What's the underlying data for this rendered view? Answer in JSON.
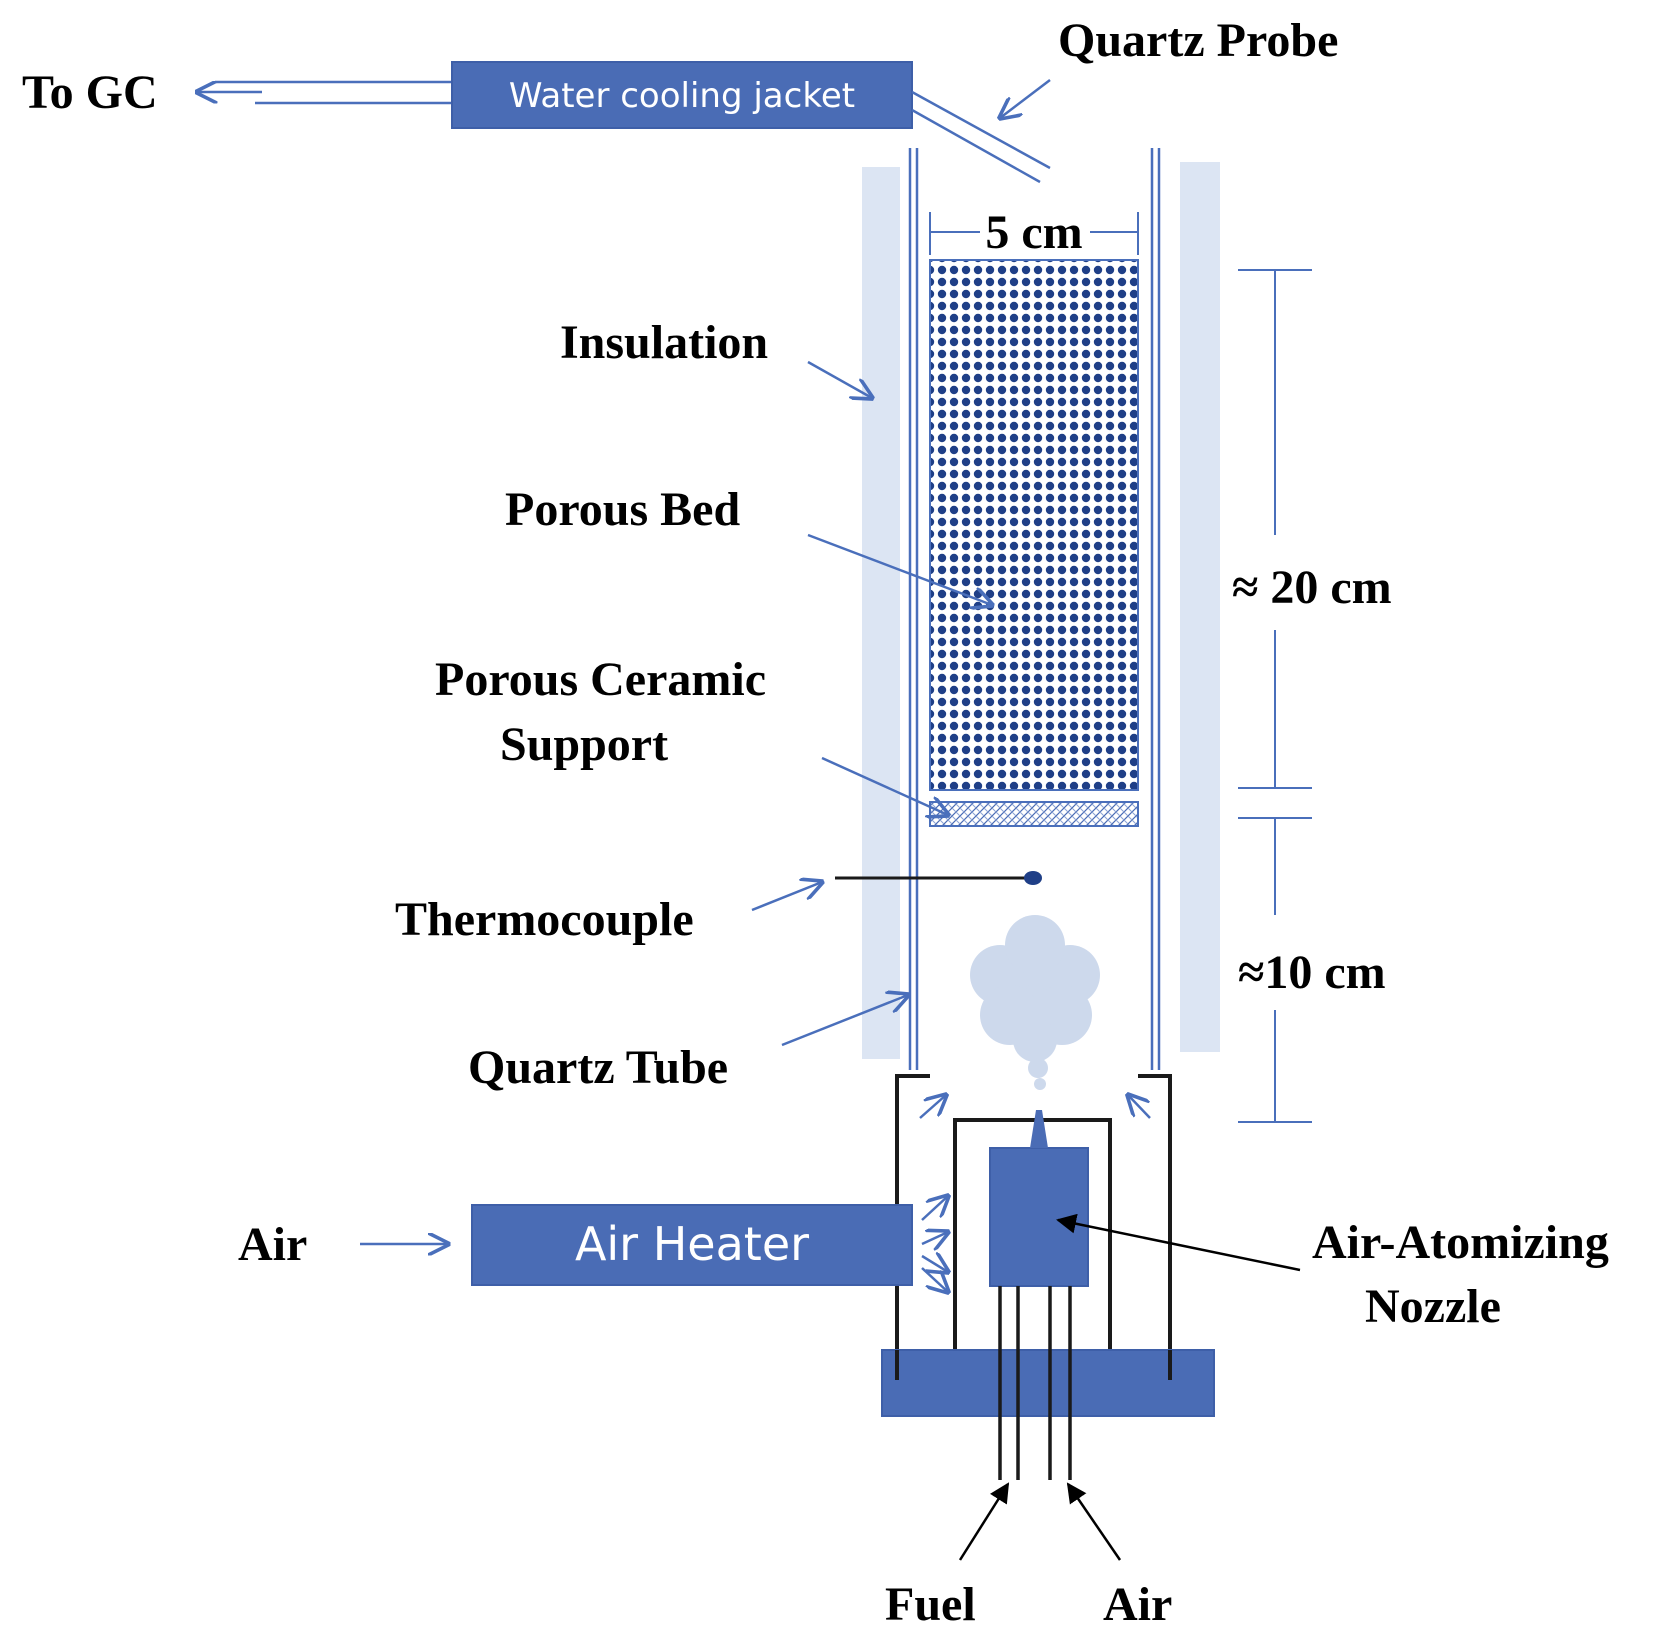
{
  "colors": {
    "primary": "#4a6cb5",
    "primary_dark": "#3e5fa8",
    "line": "#4a6fbb",
    "insulation": "#dce5f3",
    "spray": "#cdd9ec",
    "bed_dot": "#1f3f87",
    "black": "#000000"
  },
  "labels": {
    "to_gc": "To GC",
    "quartz_probe": "Quartz Probe",
    "water_jacket": "Water cooling jacket",
    "diameter": "5 cm",
    "insulation": "Insulation",
    "porous_bed": "Porous Bed",
    "height_bed": "≈ 20 cm",
    "ceramic_line1": "Porous Ceramic",
    "ceramic_line2": "Support",
    "thermocouple": "Thermocouple",
    "height_lower": "≈10 cm",
    "quartz_tube": "Quartz Tube",
    "air_left": "Air",
    "air_heater": "Air Heater",
    "nozzle_line1": "Air-Atomizing",
    "nozzle_line2": "Nozzle",
    "fuel": "Fuel",
    "air_bottom": "Air"
  },
  "icons": {
    "spray_cloud": "spray-cloud-icon",
    "thermocouple_tip": "thermocouple-tip-icon",
    "nozzle_tip": "nozzle-tip-icon"
  }
}
